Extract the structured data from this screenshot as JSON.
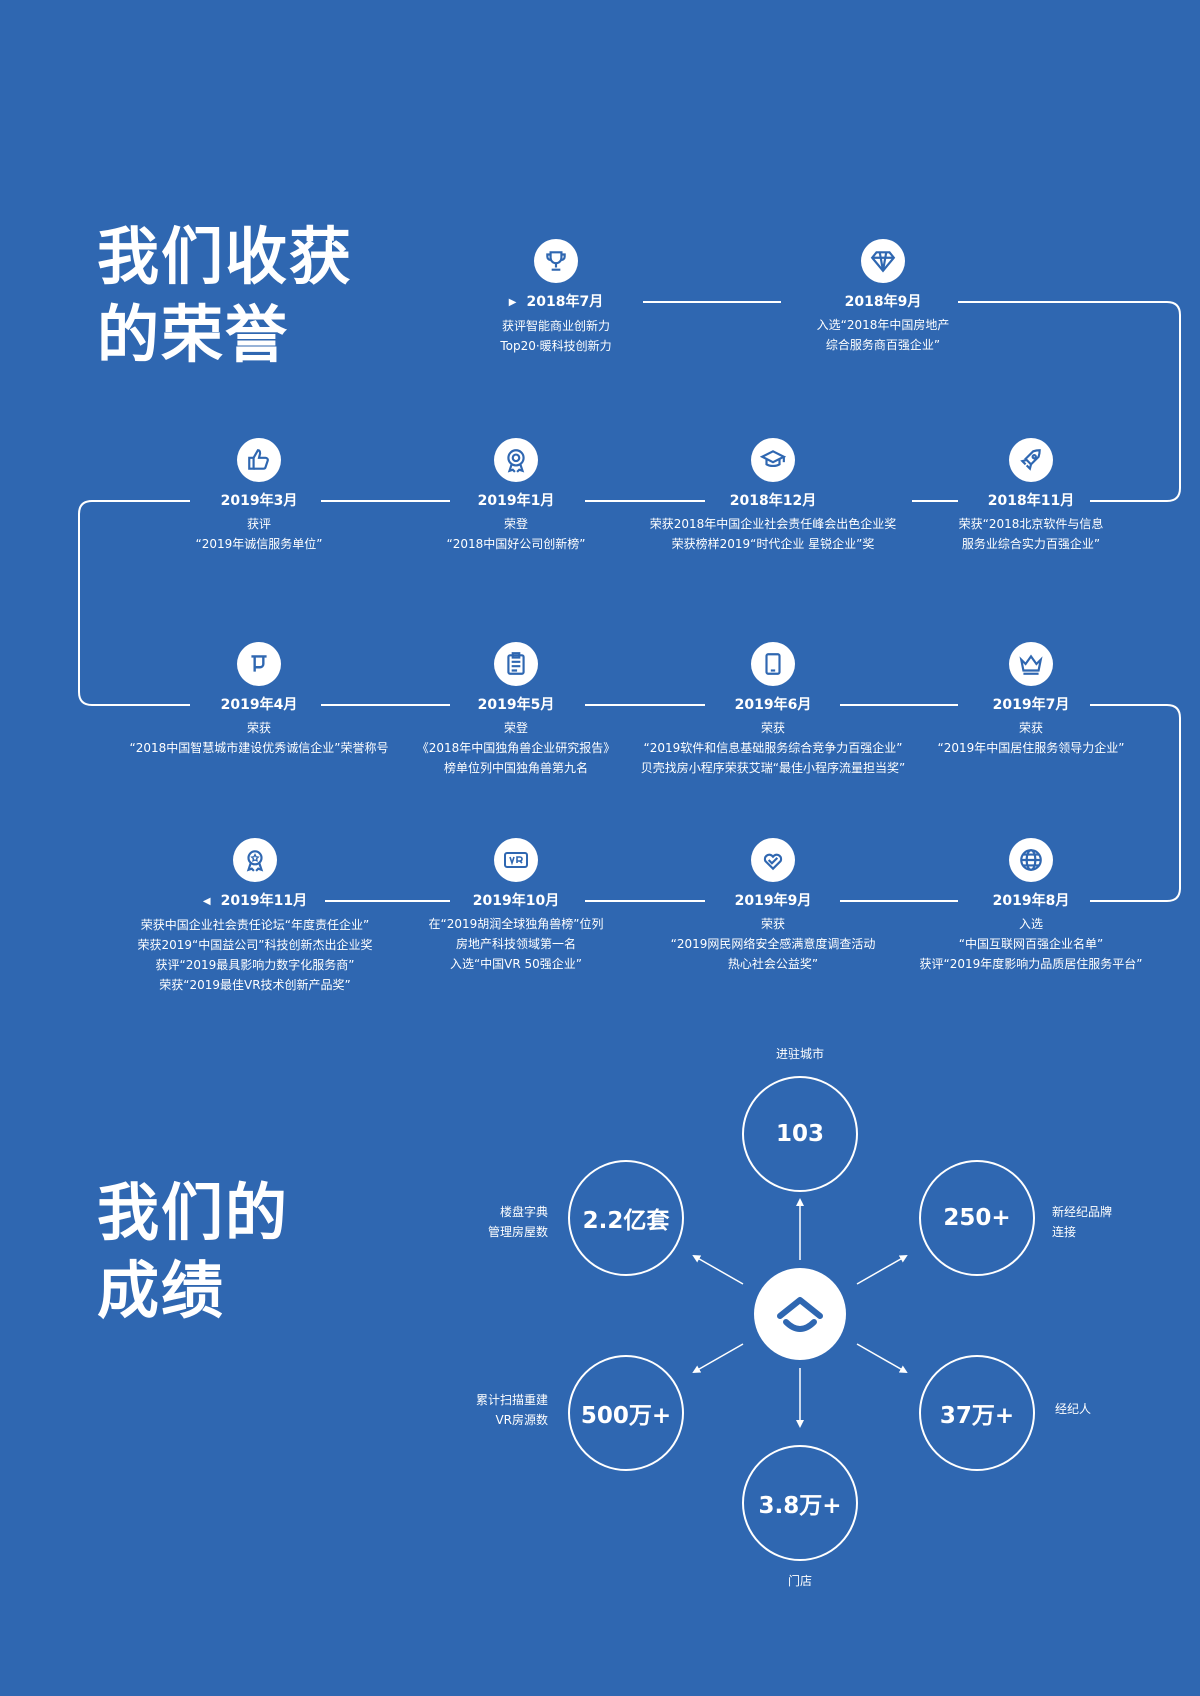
{
  "honors": {
    "heading": [
      "我们收获",
      "的荣誉"
    ],
    "milestones": [
      {
        "date": "2018年7月",
        "icon": "trophy-icon",
        "lines": [
          "获评智能商业创新力",
          "Top20·暖科技创新力"
        ]
      },
      {
        "date": "2018年9月",
        "icon": "diamond-icon",
        "lines": [
          "入选“2018年中国房地产",
          "综合服务商百强企业”"
        ]
      },
      {
        "date": "2018年11月",
        "icon": "rocket-icon",
        "lines": [
          "荣获“2018北京软件与信息",
          "服务业综合实力百强企业”"
        ]
      },
      {
        "date": "2018年12月",
        "icon": "graduation-cap-icon",
        "lines": [
          "荣获2018年中国企业社会责任峰会出色企业奖",
          "荣获榜样2019“时代企业 星锐企业”奖"
        ]
      },
      {
        "date": "2019年1月",
        "icon": "award-badge-icon",
        "lines": [
          "荣登",
          "“2018中国好公司创新榜”"
        ]
      },
      {
        "date": "2019年3月",
        "icon": "thumbs-up-icon",
        "lines": [
          "获评",
          "“2019年诚信服务单位”"
        ]
      },
      {
        "date": "2019年4月",
        "icon": "chinese-seal-icon",
        "lines": [
          "荣获",
          "“2018中国智慧城市建设优秀诚信企业”荣誉称号"
        ]
      },
      {
        "date": "2019年5月",
        "icon": "clipboard-icon",
        "lines": [
          "荣登",
          "《2018年中国独角兽企业研究报告》",
          "榜单位列中国独角兽第九名"
        ]
      },
      {
        "date": "2019年6月",
        "icon": "tablet-icon",
        "lines": [
          "荣获",
          "“2019软件和信息基础服务综合竞争力百强企业”",
          "贝壳找房小程序荣获艾瑞“最佳小程序流量担当奖”"
        ]
      },
      {
        "date": "2019年7月",
        "icon": "crown-icon",
        "lines": [
          "荣获",
          "“2019年中国居住服务领导力企业”"
        ]
      },
      {
        "date": "2019年8月",
        "icon": "globe-icon",
        "lines": [
          "入选",
          "“中国互联网百强企业名单”",
          "获评“2019年度影响力品质居住服务平台”"
        ]
      },
      {
        "date": "2019年9月",
        "icon": "heart-hands-icon",
        "lines": [
          "荣获",
          "“2019网民网络安全感满意度调查活动",
          "热心社会公益奖”"
        ]
      },
      {
        "date": "2019年10月",
        "icon": "vr-icon",
        "lines": [
          "在“2019胡润全球独角兽榜”位列",
          "房地产科技领域第一名",
          "入选“中国VR 50强企业”"
        ]
      },
      {
        "date": "2019年11月",
        "icon": "medal-icon",
        "lines": [
          "荣获中国企业社会责任论坛“年度责任企业”",
          "荣获2019“中国益公司”科技创新杰出企业奖",
          "获评“2019最具影响力数字化服务商”",
          "荣获“2019最佳VR技术创新产品奖”"
        ]
      }
    ]
  },
  "achievements": {
    "heading": [
      "我们的",
      "成绩"
    ],
    "center_icon": "beike-house-logo-icon",
    "stats": [
      {
        "value": "103",
        "label": [
          "进驻城市"
        ]
      },
      {
        "value": "250+",
        "label": [
          "新经纪品牌",
          "连接"
        ]
      },
      {
        "value": "37万+",
        "label": [
          "经纪人"
        ]
      },
      {
        "value": "3.8万+",
        "label": [
          "门店"
        ]
      },
      {
        "value": "500万+",
        "label": [
          "累计扫描重建",
          "VR房源数"
        ]
      },
      {
        "value": "2.2亿套",
        "label": [
          "楼盘字典",
          "管理房屋数"
        ]
      }
    ]
  },
  "colors": {
    "background": "#2f67b1",
    "foreground": "#ffffff",
    "icon": "#2f67b1"
  }
}
